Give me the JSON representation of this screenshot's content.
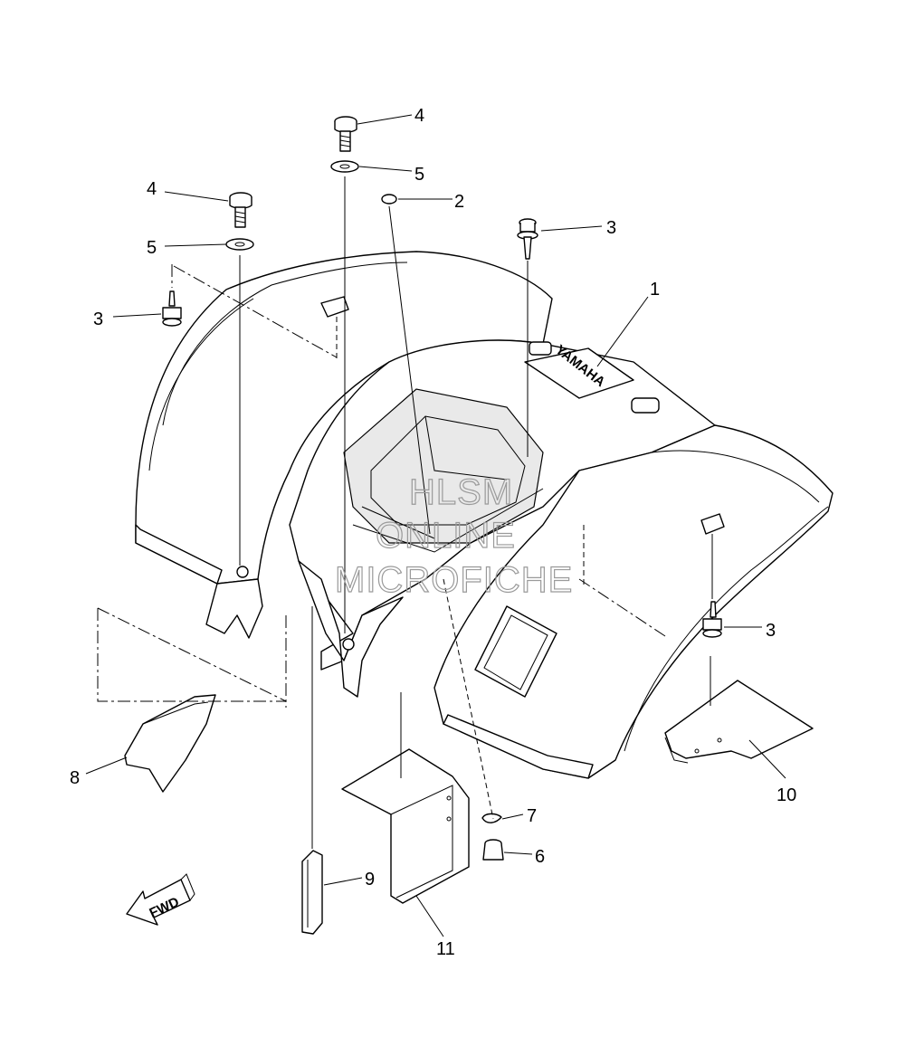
{
  "callouts": {
    "p1": "1",
    "p2": "2",
    "p3a": "3",
    "p3b": "3",
    "p3c": "3",
    "p4a": "4",
    "p4b": "4",
    "p5a": "5",
    "p5b": "5",
    "p6": "6",
    "p7": "7",
    "p8": "8",
    "p9": "9",
    "p10": "10",
    "p11": "11"
  },
  "fwd_label": "FWD",
  "brand_logo": "YAMAHA",
  "watermark": {
    "line1": "HLSM",
    "line2": "ONLINE",
    "line3": "MICROFICHE"
  }
}
